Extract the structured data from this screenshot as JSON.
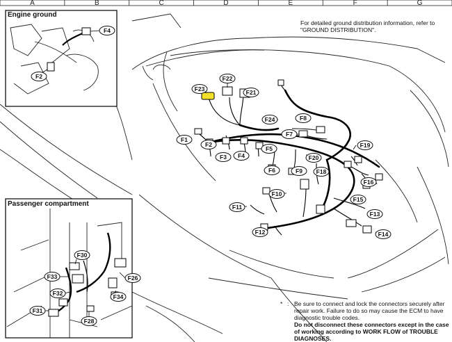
{
  "grid_columns": [
    "A",
    "B",
    "C",
    "D",
    "E",
    "F",
    "G"
  ],
  "insets": {
    "engine_ground": {
      "title": "Engine ground",
      "connectors": [
        "F4",
        "F2"
      ]
    },
    "passenger_compartment": {
      "title": "Passenger compartment",
      "connectors": [
        "F30",
        "F33",
        "F32",
        "F31",
        "F28",
        "F34",
        "F26"
      ]
    }
  },
  "main_connectors": [
    "F23",
    "F22",
    "F21",
    "F24",
    "F8",
    "F7",
    "F1",
    "F2",
    "F3",
    "F4",
    "F5",
    "F6",
    "F9",
    "F18",
    "F20",
    "F19",
    "F10",
    "F11",
    "F12",
    "F13",
    "F14",
    "F15",
    "F16"
  ],
  "notes": {
    "top": "For detailed ground distribution information, refer to \"GROUND DISTRIBUTION\".",
    "bottom_star": "*",
    "bottom_colon": ":",
    "bottom_line1": "Be sure to connect and lock the connectors securely after repair work. Failure to do so may cause the ECM to have diagnostic trouble codes.",
    "bottom_line2": "Do not disconnect these connectors except in the case of working according to WORK FLOW of TROUBLE DIAGNOSES."
  },
  "colors": {
    "highlight_connector": "#f2e02a",
    "line": "#000000",
    "background": "#ffffff"
  }
}
